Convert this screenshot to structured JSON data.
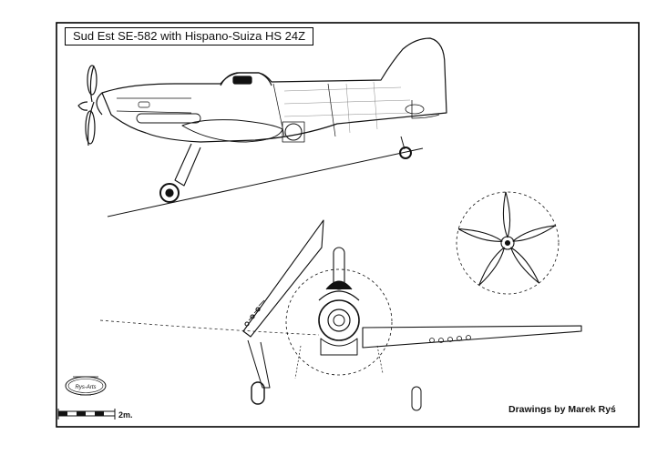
{
  "drawing": {
    "title": "Sud Est SE-582 with Hispano-Suiza HS 24Z",
    "credit": "Drawings by Marek Ryś",
    "scale_label": "2m.",
    "logo_text": "Rys-Arts"
  },
  "views": [
    "side-view",
    "front-view",
    "propeller-view"
  ],
  "colors": {
    "ink": "#111111",
    "paper": "#ffffff",
    "border": "#000000"
  }
}
